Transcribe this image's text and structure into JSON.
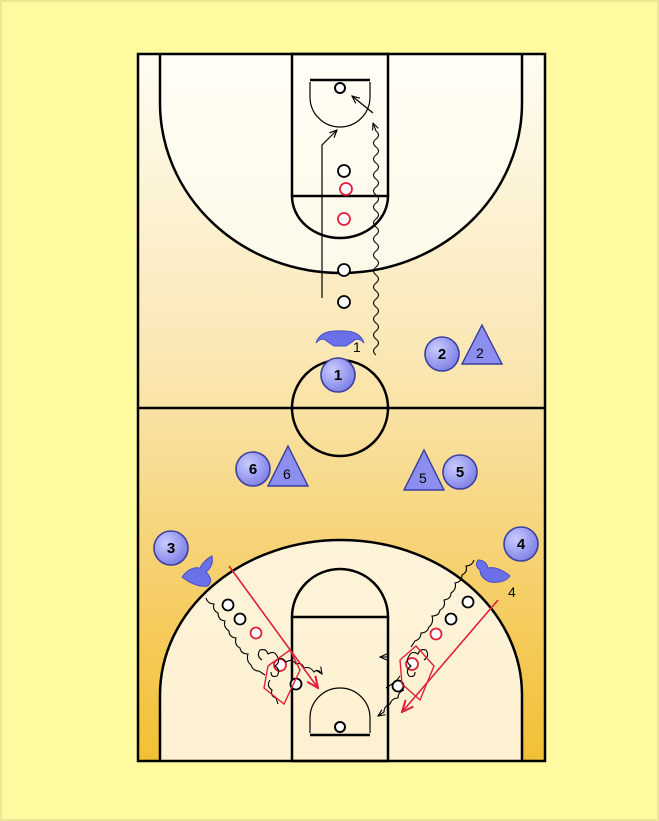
{
  "colors": {
    "background": "#fdfaa0",
    "player_fill": "#8c8ff0",
    "player_stroke": "#3b3f9e",
    "cone_red": "#e0203a",
    "pass_red": "#e0203a"
  },
  "players": [
    {
      "id": "p1",
      "label": "1"
    },
    {
      "id": "p2",
      "label": "2"
    },
    {
      "id": "p3",
      "label": "3"
    },
    {
      "id": "p4",
      "label": "4"
    },
    {
      "id": "p5",
      "label": "5"
    },
    {
      "id": "p6",
      "label": "6"
    }
  ],
  "triangles": [
    {
      "id": "t2",
      "label": "2"
    },
    {
      "id": "t5",
      "label": "5"
    },
    {
      "id": "t6",
      "label": "6"
    }
  ],
  "coach_labels": {
    "top": "1",
    "right": "4"
  },
  "icons": [
    "coach-icon",
    "cone-icon",
    "pass-arrow-icon",
    "dribble-path-icon"
  ]
}
